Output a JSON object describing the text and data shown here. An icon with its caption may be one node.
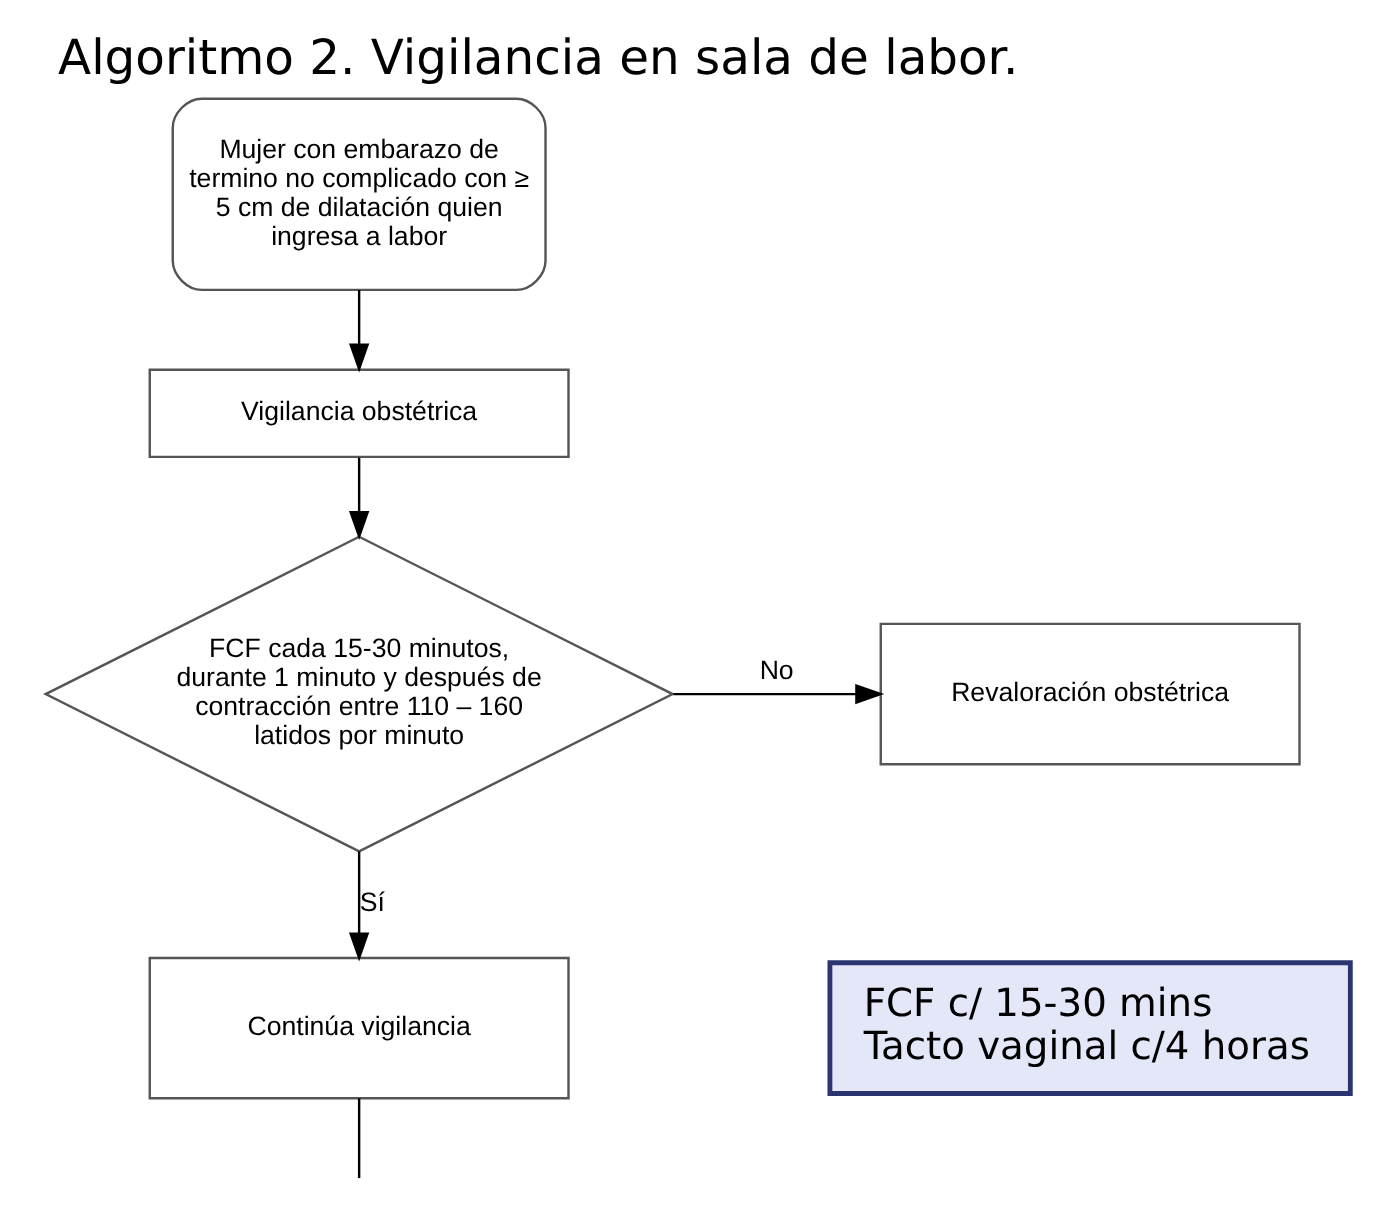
{
  "diagram": {
    "title": "Algoritmo 2. Vigilancia en sala de labor.",
    "nodes": [
      {
        "text": [
          "Mujer con embarazo de termino no complicado con ≥ 5 cm de dilatación quien ingresa a labor"
        ]
      },
      {
        "text": [
          "Vigilancia obstétrica"
        ]
      },
      {
        "text": [
          "FCF cada 15-30 minutos, durante 1 minuto y después de contracción entre 110 – 160 latidos por minuto"
        ]
      },
      {
        "text": [
          "Revaloración obstétrica"
        ]
      },
      {
        "text": [
          "Continúa vigilancia"
        ]
      },
      {
        "text": [
          "FCF c/ 15-30 mins",
          "Tacto vaginal c/4 horas"
        ]
      }
    ],
    "edges": [
      {
        "from": 0,
        "to": 1,
        "arrow": "to"
      },
      {
        "from": 1,
        "to": 2,
        "arrow": "to"
      },
      {
        "from": 2,
        "to": 3,
        "arrow": "to",
        "label": "No"
      },
      {
        "from": 2,
        "to": 4,
        "arrow": "to",
        "label": "Sí"
      },
      {
        "from": 4,
        "to": null,
        "arrow": "none"
      }
    ]
  }
}
